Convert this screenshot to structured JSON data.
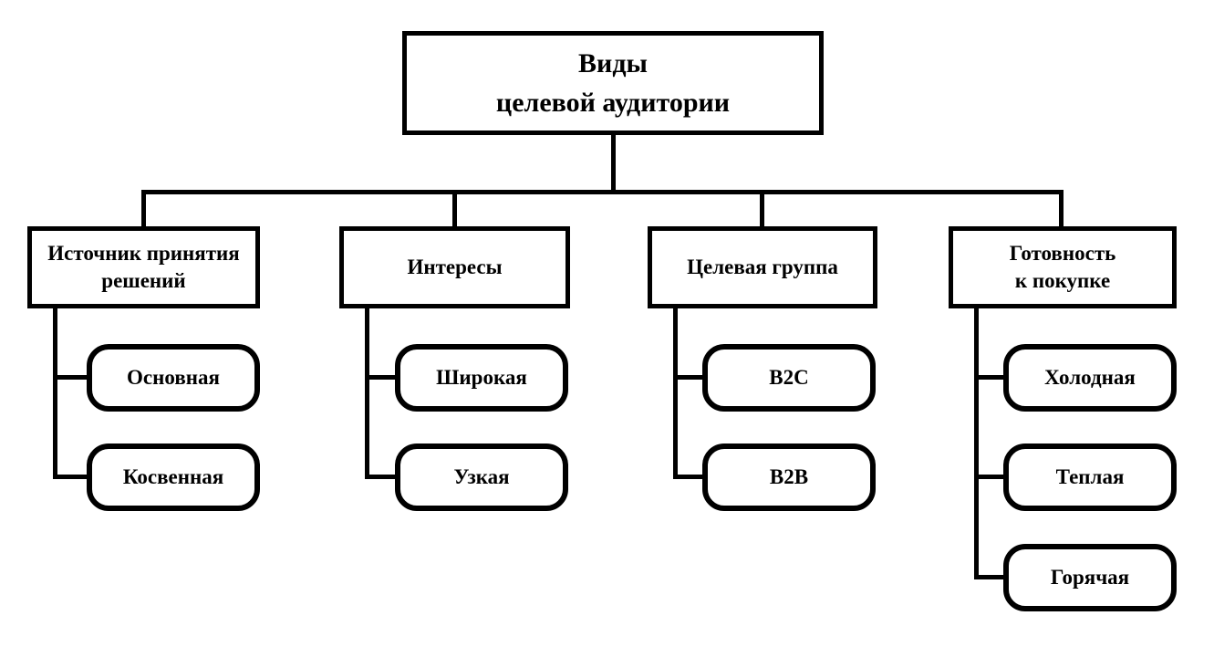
{
  "diagram": {
    "title": {
      "lines": [
        "Виды",
        "целевой аудитории"
      ]
    },
    "branches": [
      {
        "label_lines": [
          "Источник принятия",
          "решений"
        ],
        "children": [
          {
            "label": "Основная"
          },
          {
            "label": "Косвенная"
          }
        ]
      },
      {
        "label_lines": [
          "Интересы"
        ],
        "children": [
          {
            "label": "Широкая"
          },
          {
            "label": "Узкая"
          }
        ]
      },
      {
        "label_lines": [
          "Целевая группа"
        ],
        "children": [
          {
            "label": "B2C"
          },
          {
            "label": "B2B"
          }
        ]
      },
      {
        "label_lines": [
          "Готовность",
          "к покупке"
        ],
        "children": [
          {
            "label": "Холодная"
          },
          {
            "label": "Теплая"
          },
          {
            "label": "Горячая"
          }
        ]
      }
    ],
    "colors": {
      "line": "#000000",
      "box_border": "#000000",
      "box_fill": "#ffffff",
      "text": "#000000",
      "background": "#ffffff"
    }
  }
}
